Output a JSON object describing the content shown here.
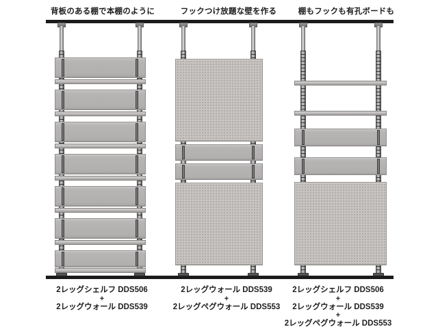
{
  "page": {
    "background": "#ffffff",
    "accent_dark": "#1b1b1b",
    "panel_gray": "#b5b2b2",
    "pegboard_gray": "#c6c3c1"
  },
  "columns": [
    {
      "id": "col-1",
      "title": "背板のある棚で本棚のように",
      "caption_lines": [
        "2レッグシェルフ DDS506",
        "+",
        "2レッグウォール DDS539"
      ],
      "modules": "7 stacked back-panel + shelf pairs"
    },
    {
      "id": "col-2",
      "title": "フックつけ放題な壁を作る",
      "caption_lines": [
        "2レッグウォール DDS539",
        "+",
        "2レッグペグウォール DDS553"
      ],
      "modules": "pegboard, 2 wall panels, pegboard"
    },
    {
      "id": "col-3",
      "title": "棚もフックも有孔ボードも",
      "caption_lines": [
        "2レッグシェルフ DDS506",
        "+",
        "2レッグウォール DDS539",
        "+",
        "2レッグペグウォール DDS553"
      ],
      "modules": "2 open shelves, 2 wall panels, pegboard"
    }
  ],
  "parts": {
    "ceiling_rail": "ceiling-rail",
    "floor_rail": "floor-rail",
    "pole": "tension-pole",
    "notched_pole": "adjustable-notched-pole",
    "solid_panel": "wall-back-panel",
    "shelf_board": "shelf-board",
    "peg_panel": "perforated-peg-board"
  }
}
